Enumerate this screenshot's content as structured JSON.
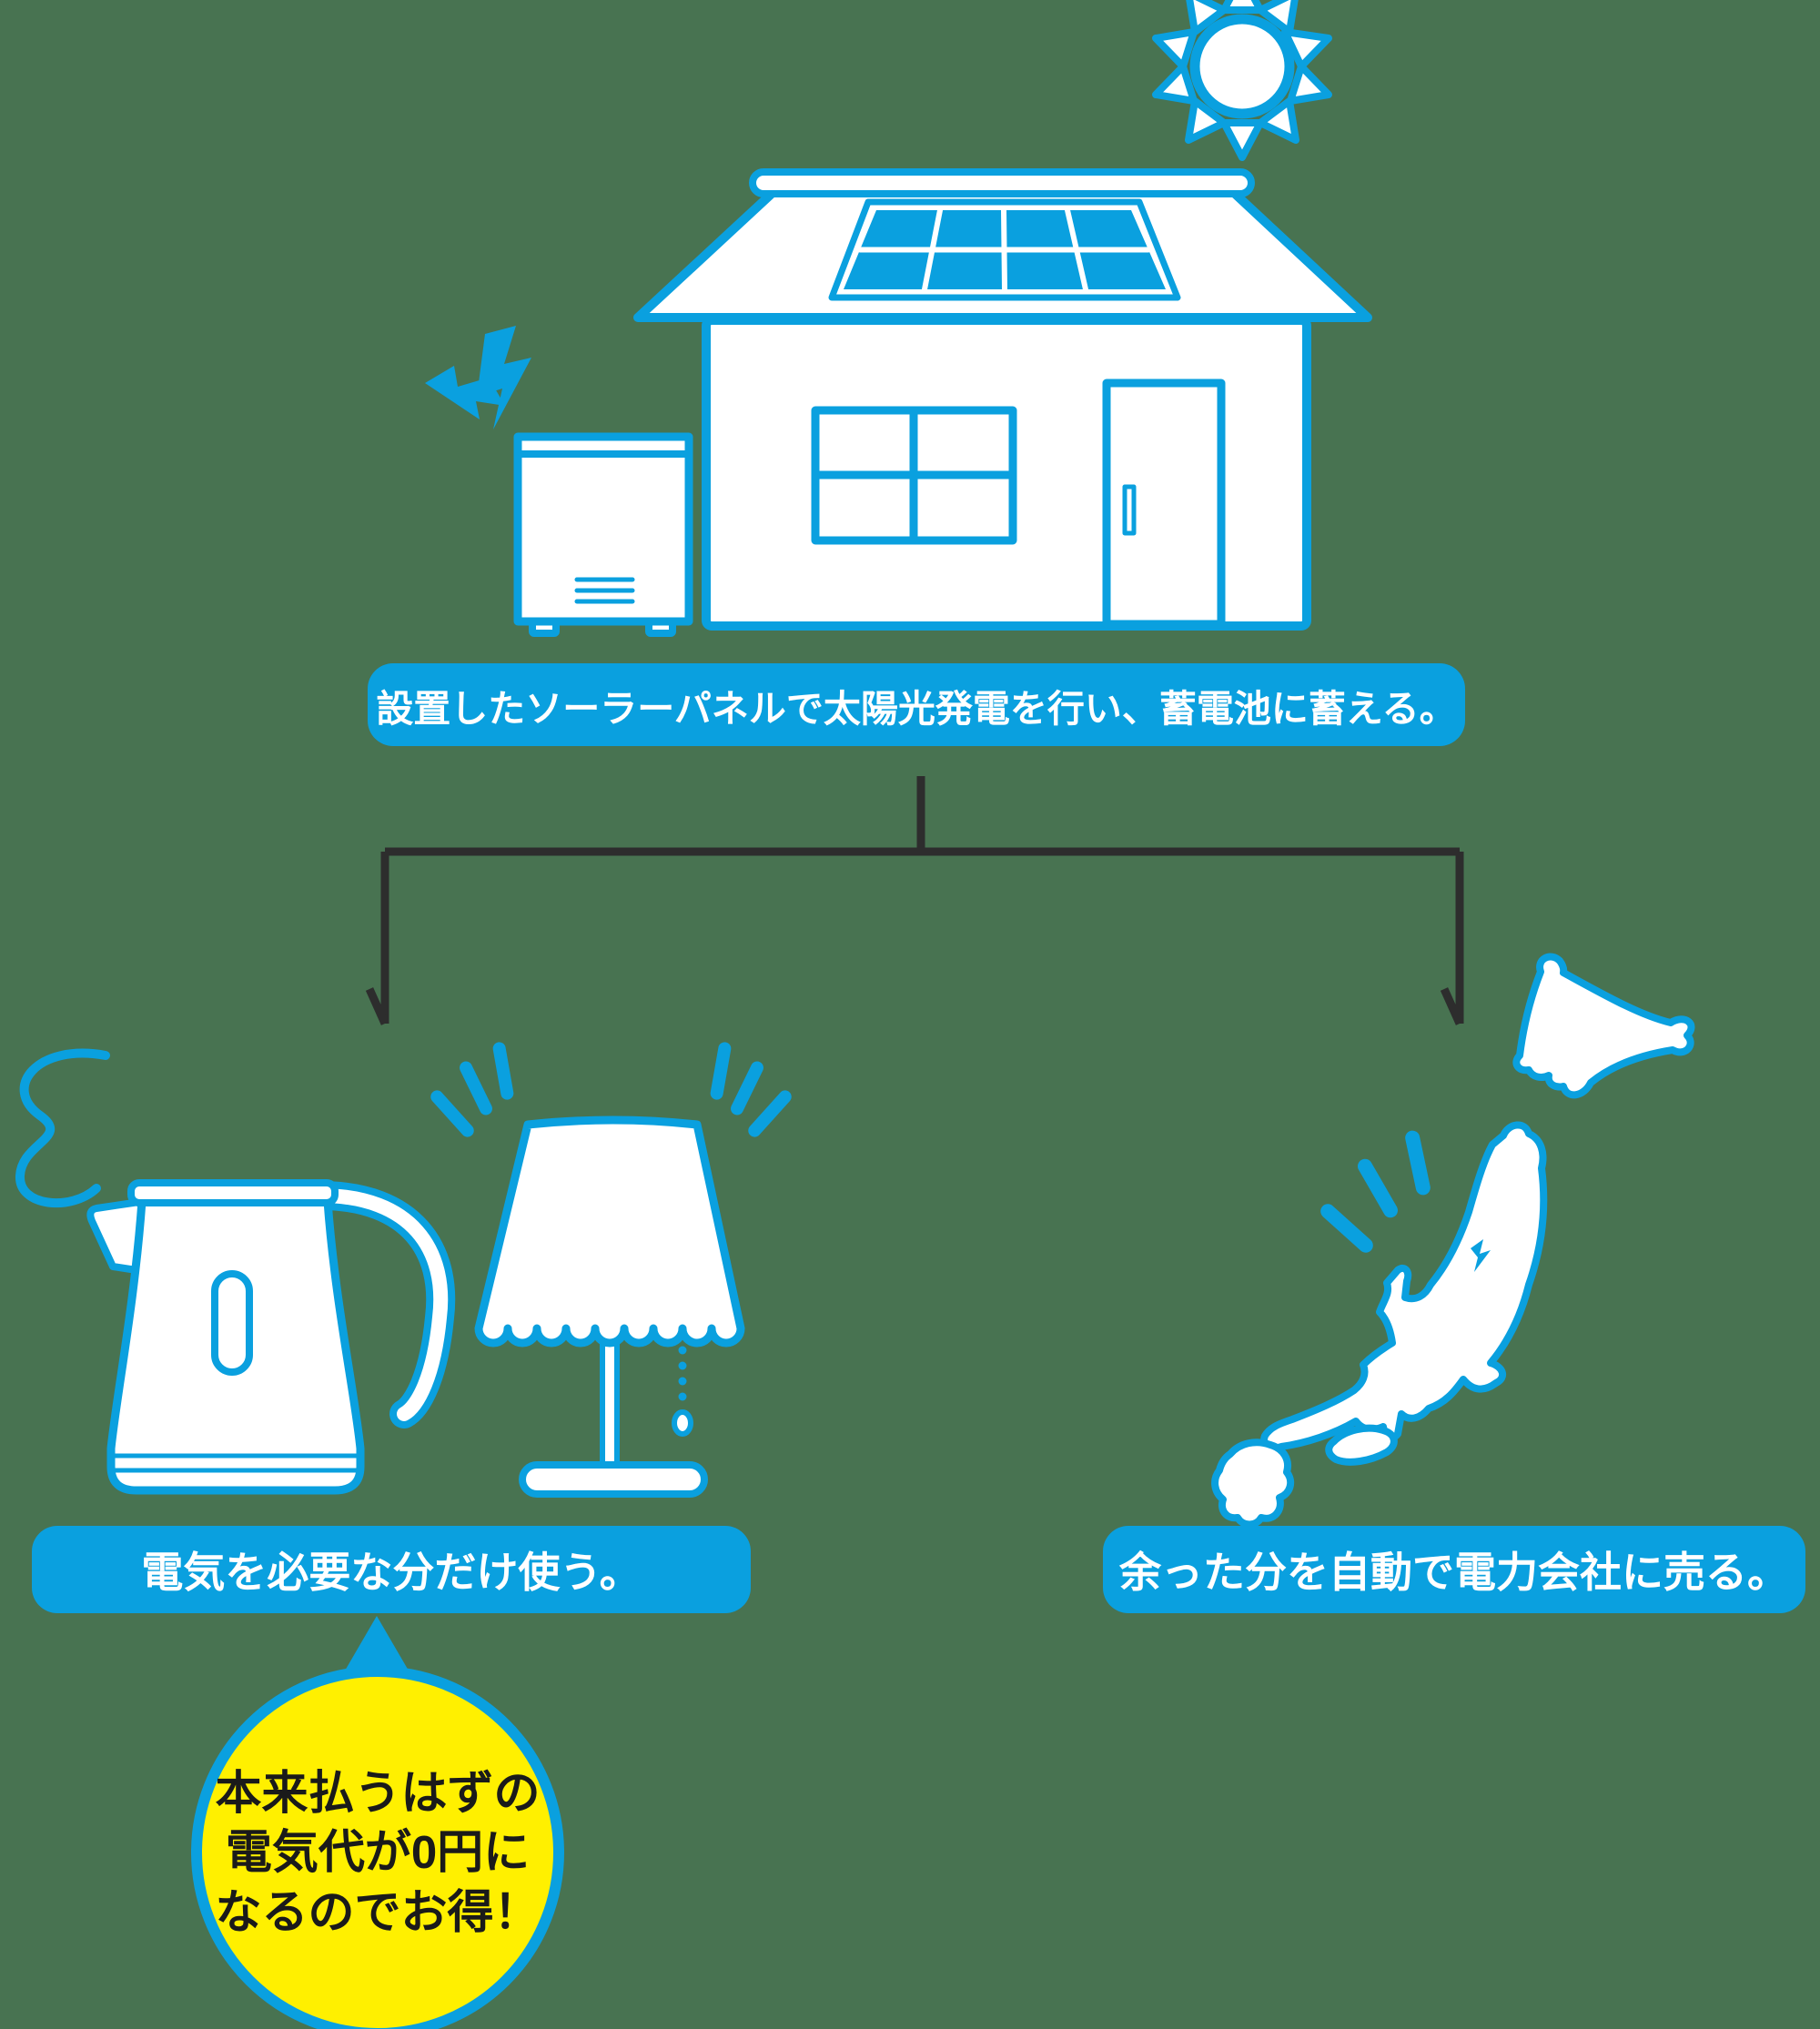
{
  "colors": {
    "blue": "#0AA0DF",
    "bg_green": "#487351",
    "yellow": "#FFF000",
    "arrow": "#2D2D2D",
    "text_dark": "#1A1A1A",
    "white": "#FFFFFF"
  },
  "banners": {
    "step1": "設置したソーラーパネルで太陽光発電を行い、蓄電池に蓄える。",
    "step2": "電気を必要な分だけ使う。",
    "step3": "余った分を自動で電力会社に売る。"
  },
  "callout": {
    "line1": "本来払うはずの",
    "line2": "電気代が0円に",
    "line3": "なるのでお得！"
  },
  "icons": {
    "sun": "sun-icon",
    "house": "house-with-solar-panel-icon",
    "solar_panel": "solar-panel-icon",
    "battery": "storage-battery-icon",
    "bolts": "electric-spark-icon",
    "connector": "flow-arrows",
    "kettle": "electric-kettle-icon",
    "steam": "steam-icon",
    "lamp": "table-lamp-icon",
    "japan": "japan-map-icon",
    "shine": "shine-rays-icon"
  }
}
